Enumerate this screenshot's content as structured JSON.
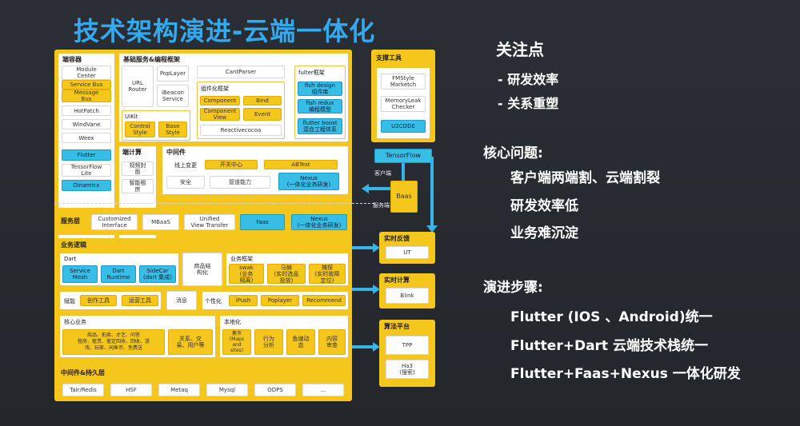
{
  "title": "技术架构演进-云端一体化",
  "diagram": {
    "endpoint_container": {
      "label": "端容器",
      "items": [
        "Module\nCenter",
        "Service Bus",
        "Message\nBus",
        "HotPatch",
        "WindVane",
        "Weex",
        "Flutter",
        "TensorFlow\nLite",
        "Dinamicx"
      ]
    },
    "basic_services": {
      "label": "基础服务&编程框架",
      "url_router": "URL\nRouter",
      "poplayer": "PopLayer",
      "ibeacon": "iBeacon\nService",
      "cardparser": "CardParser",
      "uikit": "UIKit",
      "control_style": "Control\nStyle",
      "base_style": "Base\nStyle",
      "component_framework": "组件化框架",
      "component": "Component",
      "bind": "Bind",
      "component_view": "Component\nView",
      "event": "Event",
      "reactivecocoa": "Reactivecocoa",
      "flutter_framework": "fulter框架",
      "fish_design": "fish design\n组件库",
      "fish_redux": "fish redux\n编程模型",
      "flutter_boost": "flutter boost\n混合工程体系"
    },
    "edge_compute": {
      "label": "端计算",
      "visual": "视频封\n面",
      "smart": "智能租\n房"
    },
    "middleware": {
      "label": "中间件",
      "online_change": "线上变更",
      "switch_center": "开关中心",
      "abtest": "ABTest",
      "security": "安全",
      "pipeline": "管道能力",
      "nexus": "Nexus\n(一体化业务研发)"
    },
    "service_layer": {
      "label": "服务层",
      "customized": "Customized\nInterface",
      "mbaas": "MBaaS",
      "unified": "Unified\nView Transfer",
      "faas": "Faas",
      "nexus": "Nexus\n(一体化业务研发)"
    },
    "business_logic": {
      "label": "业务逻辑",
      "dart_label": "Dart",
      "service_mesh": "Service\nMesh",
      "dart_runtime": "Dart\nRuntime",
      "sidecar": "SideCar\n(dart 集成)",
      "product_struct": "商品结\n构化",
      "biz_framework": "业务框架",
      "swak": "swak\n(业务\n隔离)",
      "mashou": "马赫\n(实时选品\n投放)",
      "tanwei": "摊探\n(实时故障\n定位)",
      "empower": "赋能",
      "creator_tools": "创作工具",
      "ops_tools": "运营工具",
      "message": "消息",
      "personalize": "个性化",
      "ipush": "iPush",
      "poplayer": "Poplayer",
      "recommend": "Recommend",
      "core_biz": "核心业务",
      "core_items": "商品、拍卖、才艺、问答\n租房、租赁、鉴定回收、回收、游\n戏、玩家、闲鱼币、免费送",
      "relations": "关系、交\n易、用户等",
      "local": "本地化",
      "map": "集市\n(Maps\nand\nsites)",
      "behavior": "行为\n分析",
      "dynamic_measure": "鱼塘动\n态",
      "content_review": "内容\n审查"
    },
    "persistence": {
      "label": "中间件&持久层",
      "items": [
        "Tair/Redis",
        "HSF",
        "Metaq",
        "Mysql",
        "ODPS",
        "..."
      ]
    },
    "support_tools": {
      "label": "支撑工具",
      "fmstyle": "FMStyle\nMarketch",
      "memoryleak": "MemoryLeak\nChecker",
      "u2code": "U2CODE"
    },
    "tensorflow": "TensorFlow",
    "client_label": "客户端",
    "server_label": "服务端",
    "baas": "Baas",
    "realtime_feedback": {
      "label": "实时反馈",
      "ut": "UT"
    },
    "realtime_compute": {
      "label": "实时计算",
      "blink": "Blink"
    },
    "algo_platform": {
      "label": "算法平台",
      "tpp": "TPP",
      "ha3": "Ha3\n(搜索)"
    }
  },
  "right_panel": {
    "focus_title": "关注点",
    "focus_items": [
      "- 研发效率",
      "- 关系重塑"
    ],
    "core_title": "核心问题:",
    "core_items": [
      "客户端两端割、云端割裂",
      "研发效率低",
      "业务难沉淀"
    ],
    "steps_title": "演进步骤:",
    "steps_items": [
      "Flutter (IOS 、Android)统一",
      "Flutter+Dart  云端技术栈统一",
      "Flutter+Faas+Nexus  一体化研发"
    ]
  }
}
